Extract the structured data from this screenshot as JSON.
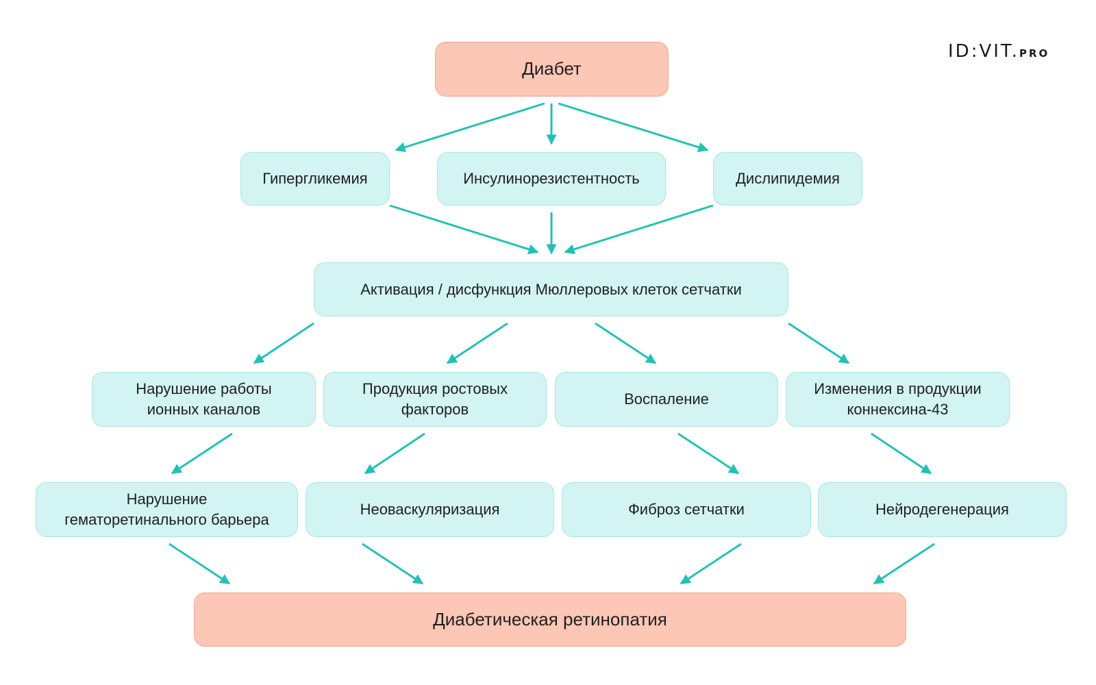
{
  "logo": {
    "main": "ID:VIT.",
    "sub": "PRO"
  },
  "nodes": {
    "diabetes": "Диабет",
    "hyperglycemia": "Гипергликемия",
    "insulin_resistance": "Инсулинорезистентность",
    "dyslipidemia": "Дислипидемия",
    "muller_activation": "Активация / дисфункция Мюллеровых клеток сетчатки",
    "ion_channels": "Нарушение работы\nионных каналов",
    "growth_factors": "Продукция ростовых\nфакторов",
    "inflammation": "Воспаление",
    "connexin": "Изменения в продукции\nконнексина-43",
    "barrier": "Нарушение\nгематоретинального барьера",
    "neovascularization": "Неоваскуляризация",
    "fibrosis": "Фиброз сетчатки",
    "neurodegeneration": "Нейродегенерация",
    "retinopathy": "Диабетическая ретинопатия"
  },
  "colors": {
    "teal_fill": "#d2f4f2",
    "teal_border": "#a9e6e2",
    "salmon_fill": "#fcc7b4",
    "salmon_border": "#f3a88f",
    "arrow": "#23c1b5"
  }
}
